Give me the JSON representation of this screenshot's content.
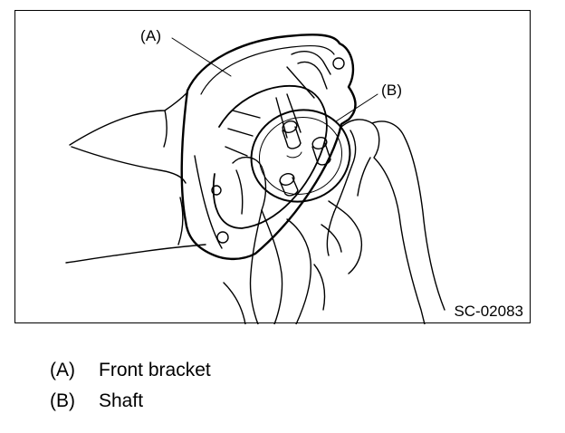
{
  "figure": {
    "figure_id": "SC-02083",
    "callouts": [
      {
        "key": "(A)"
      },
      {
        "key": "(B)"
      }
    ]
  },
  "legend": {
    "items": [
      {
        "key": "(A)",
        "text": "Front bracket"
      },
      {
        "key": "(B)",
        "text": "Shaft"
      }
    ]
  }
}
